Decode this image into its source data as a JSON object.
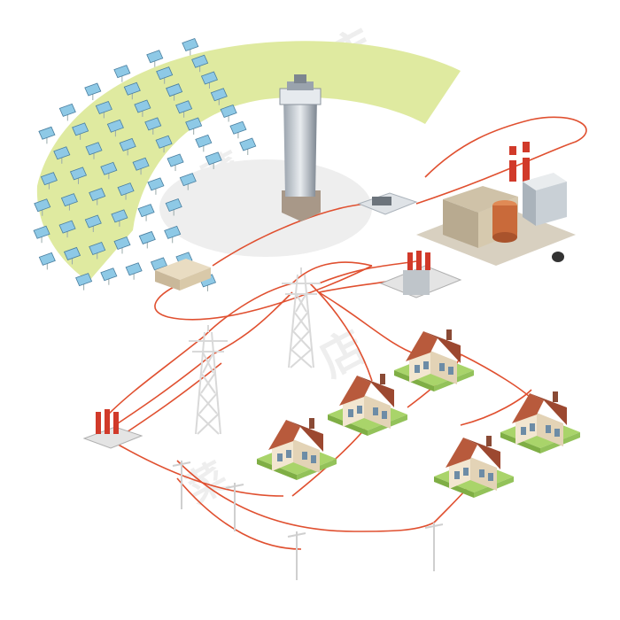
{
  "watermark": {
    "text_1": "菜",
    "text_2": "店",
    "text_3": "店",
    "text_4": "菜"
  },
  "colors": {
    "field": "#dfeaa0",
    "mirror": "#8ec9e6",
    "mirror_frame": "#4a7fa0",
    "tower_glass": "#c8cfd6",
    "wire": "#e05030",
    "roof": "#b85a3c",
    "wall": "#f2e6d0",
    "lawn": "#a9d46a",
    "pylon": "#d9d9d9",
    "factory_tank": "#c96a3a",
    "chimney_stripe": "#d13a2a"
  },
  "icons": {
    "heliostat_field": "solar-mirror-field-icon",
    "solar_tower": "solar-power-tower-icon",
    "power_plant": "power-plant-icon",
    "substation": "substation-icon",
    "transformer": "transformer-icon",
    "pylon": "transmission-pylon-icon",
    "house": "house-icon",
    "utility_pole": "utility-pole-icon"
  }
}
